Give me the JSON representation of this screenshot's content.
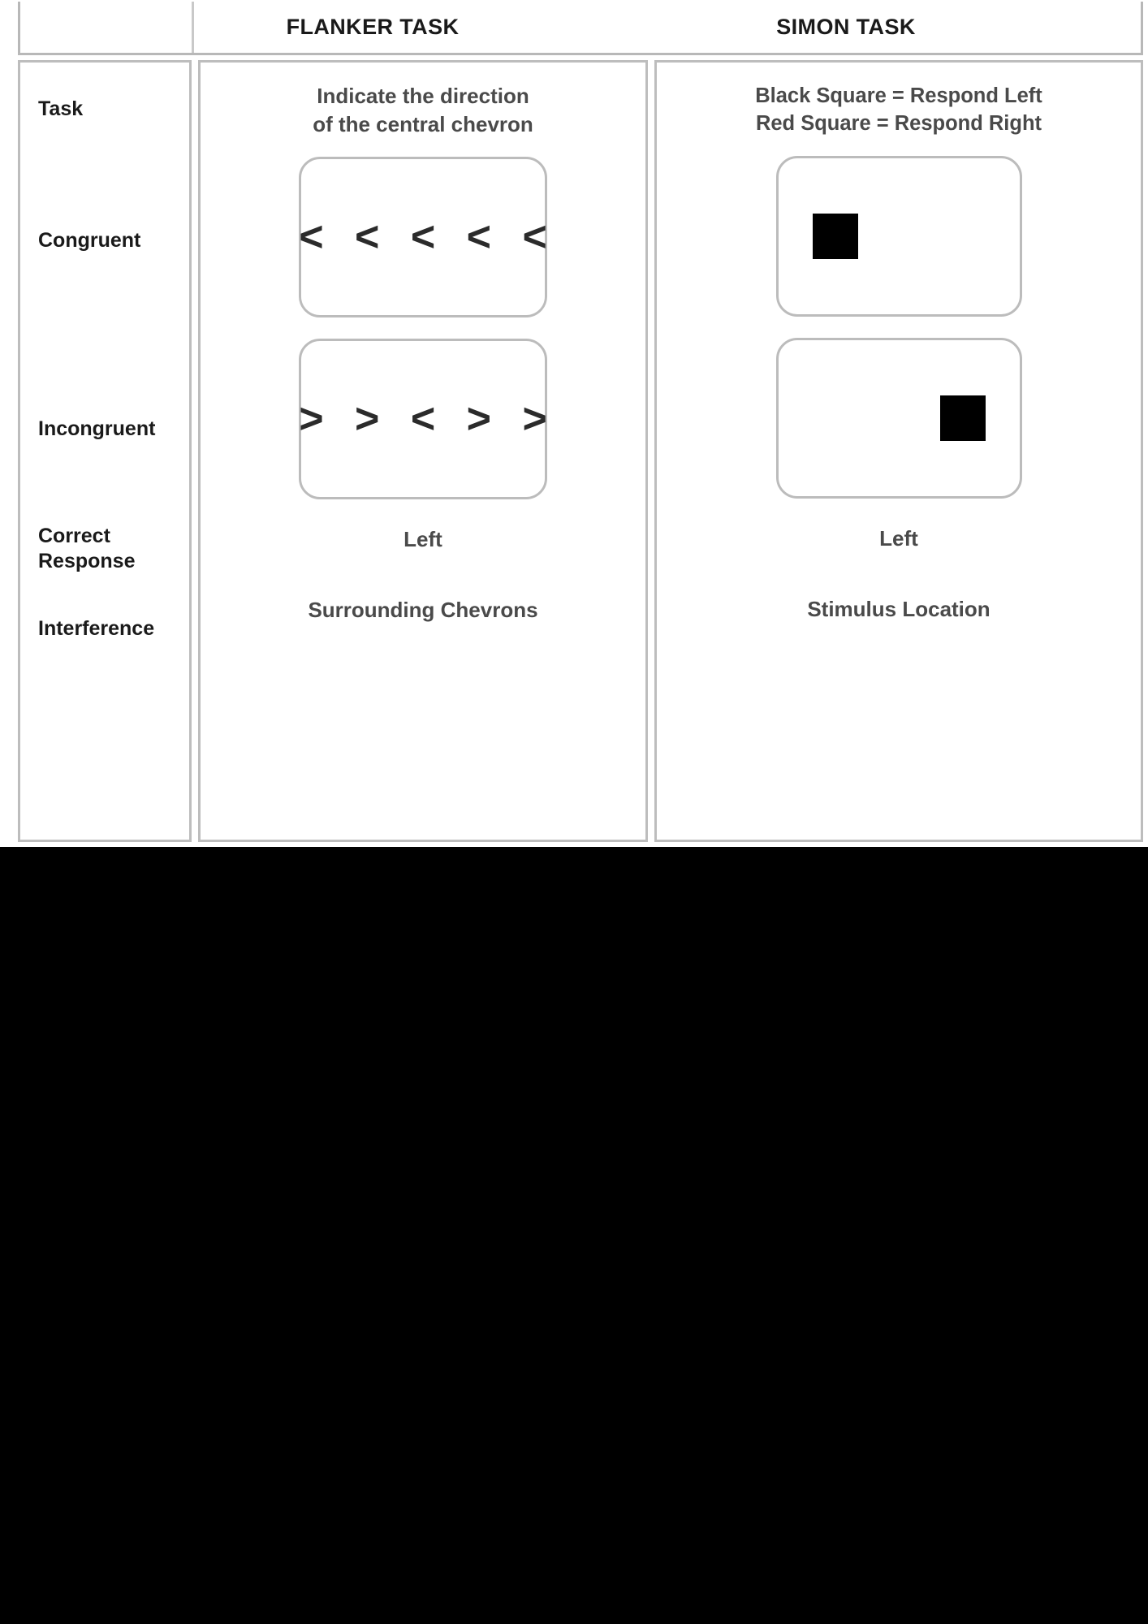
{
  "figure": {
    "background_color": "#000000",
    "plate_color": "#ffffff",
    "border_color": "#bdbdbd",
    "text_color_bold": "#1a1a1a",
    "text_color_body": "#4a4a4a",
    "stimulus_color": "#000000"
  },
  "header": {
    "corner_label": "",
    "columns": [
      {
        "label": "FLANKER TASK"
      },
      {
        "label": "SIMON TASK"
      }
    ]
  },
  "row_labels": {
    "task": "Task",
    "congruent": "Congruent",
    "incongruent": "Incongruent",
    "correct_response": "Correct\nResponse",
    "correct_response_line1": "Correct",
    "correct_response_line2": "Response",
    "interference": "Interference"
  },
  "flanker": {
    "task_description": "Indicate the direction\nof the central chevron",
    "congruent_stimulus": "< < < < <",
    "incongruent_stimulus": "> > < > >",
    "correct_response": "Left",
    "interference": "Surrounding Chevrons"
  },
  "simon": {
    "task_description": "Black Square = Respond Left\nRed Square = Respond Right",
    "congruent_square_position": "left",
    "incongruent_square_position": "right",
    "correct_response": "Left",
    "interference": "Stimulus Location"
  }
}
